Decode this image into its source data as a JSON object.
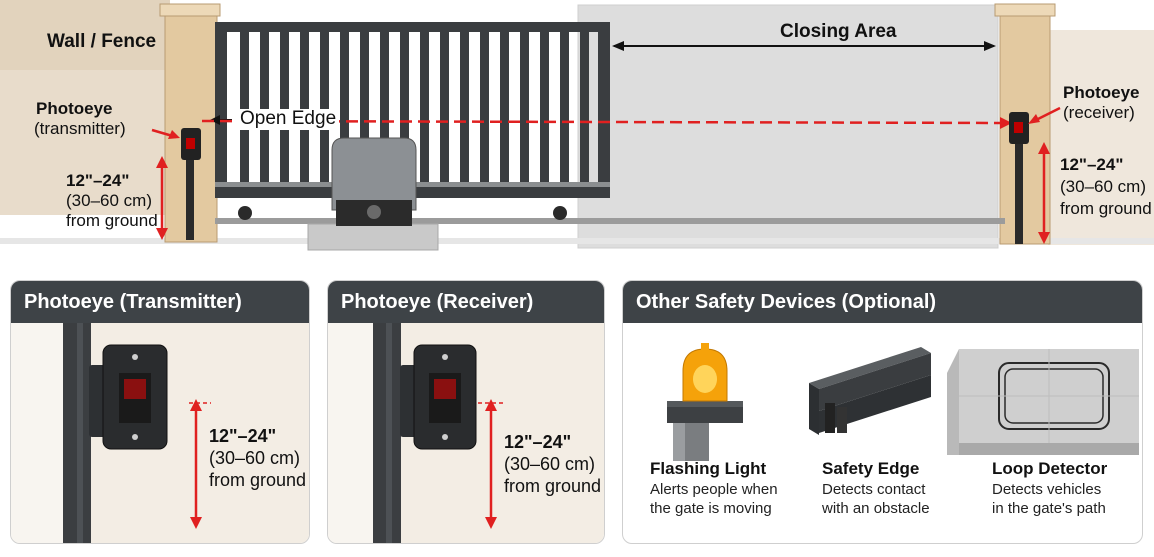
{
  "scene": {
    "wall_label": "Wall / Fence",
    "closing_area_label": "Closing Area",
    "open_edge_label": "Open Edge",
    "transmitter": {
      "title": "Photoeye",
      "subtitle": "(transmitter)"
    },
    "receiver": {
      "title": "Photoeye",
      "subtitle": "(receiver)"
    },
    "height_left": {
      "range": "12\"–24\"",
      "metric": "(30–60 cm)",
      "note": "from ground"
    },
    "height_right": {
      "range": "12\"–24\"",
      "metric": "(30–60 cm)",
      "note": "from ground"
    }
  },
  "panels": {
    "transmitter": {
      "title": "Photoeye (Transmitter)",
      "range": "12\"–24\"",
      "metric": "(30–60 cm)",
      "note": "from ground"
    },
    "receiver": {
      "title": "Photoeye (Receiver)",
      "range": "12\"–24\"",
      "metric": "(30–60 cm)",
      "note": "from ground"
    },
    "other": {
      "title": "Other Safety Devices (Optional)",
      "devices": [
        {
          "name": "Flashing Light",
          "desc1": "Alerts people when",
          "desc2": "the gate is moving",
          "icon": "flashing-light-icon"
        },
        {
          "name": "Safety Edge",
          "desc1": "Detects contact",
          "desc2": "with an obstacle",
          "icon": "safety-edge-icon"
        },
        {
          "name": "Loop Detector",
          "desc1": "Detects vehicles",
          "desc2": "in the gate's path",
          "icon": "loop-detector-icon"
        }
      ]
    }
  },
  "colors": {
    "beam": "#e02020",
    "arrow": "#e02020",
    "header": "#3e4347",
    "pillar": "#e3c9a0",
    "wall": "#e8dccb",
    "gate": "#3a3d40",
    "closing_area": "#dcdcdc",
    "lens": "#c00000",
    "light": "#f5a20a"
  }
}
